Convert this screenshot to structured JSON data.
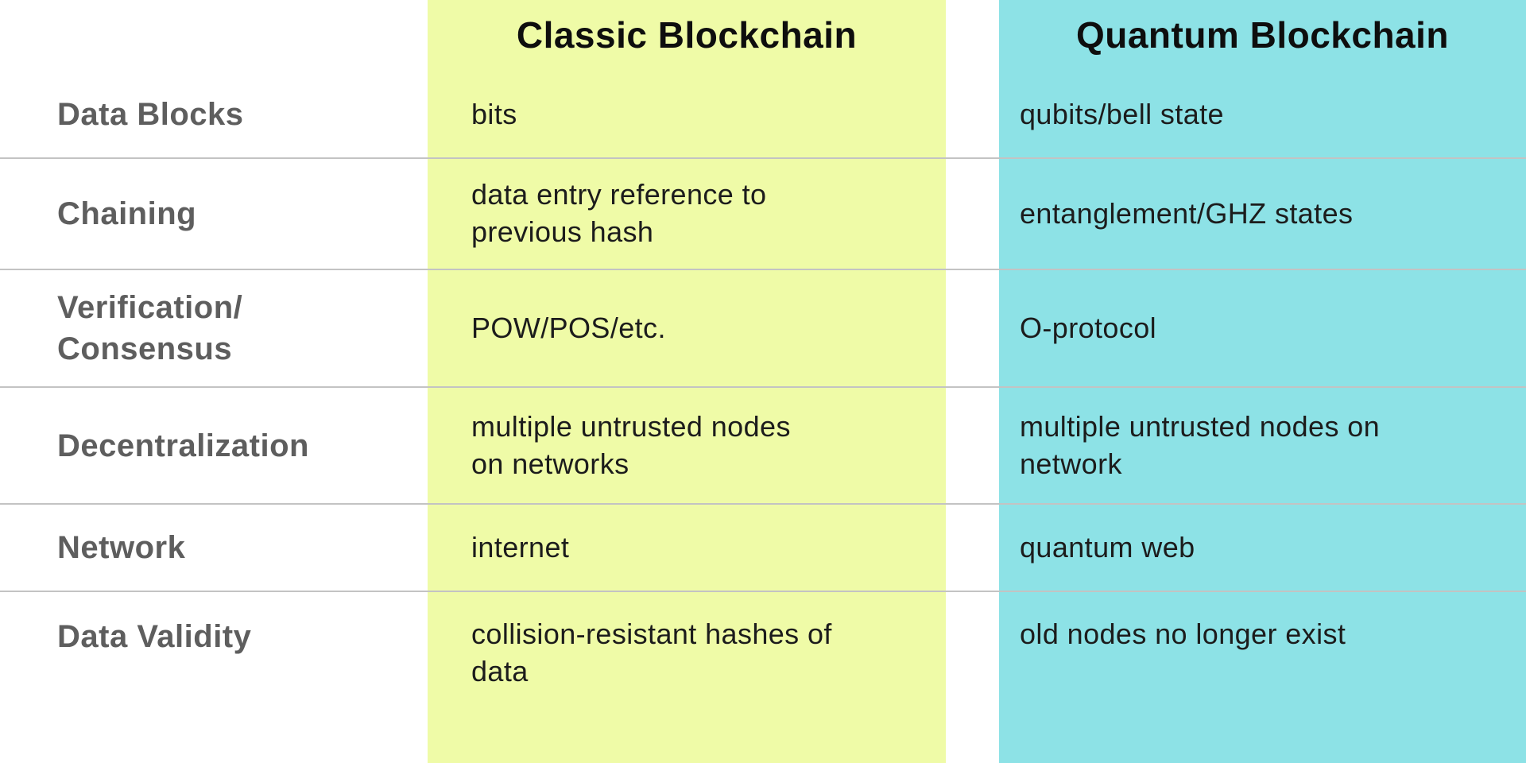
{
  "title": "Classic Blockchain vs Quantum Blockchain comparison table",
  "colors": {
    "page_bg": "#ffffff",
    "classic_bg": "#effba7",
    "quantum_bg": "#8de2e6",
    "header_text": "#0e0e0e",
    "feature_text": "#5e5e5e",
    "body_text": "#1c1c1c",
    "separator": "#c3c3c3"
  },
  "chart_data": {
    "type": "table",
    "title": "",
    "columns": [
      "",
      "Classic Blockchain",
      "Quantum Blockchain"
    ],
    "rows": [
      [
        "Data Blocks",
        "bits",
        "qubits/bell state"
      ],
      [
        "Chaining",
        "data entry reference to\nprevious hash",
        "entanglement/GHZ states"
      ],
      [
        "Verification/\nConsensus",
        "POW/POS/etc.",
        "O-protocol"
      ],
      [
        "Decentralization",
        "multiple untrusted nodes\non networks",
        "multiple untrusted nodes on\nnetwork"
      ],
      [
        "Network",
        "internet",
        "quantum web"
      ],
      [
        "Data Validity",
        "collision-resistant hashes of\ndata",
        "old nodes no longer exist"
      ]
    ],
    "layout": {
      "grid": "off",
      "separators": "horizontal light-gray hand-drawn lines between rows",
      "column_backgrounds": [
        "white",
        "#effba7",
        "#8de2e6"
      ]
    }
  }
}
